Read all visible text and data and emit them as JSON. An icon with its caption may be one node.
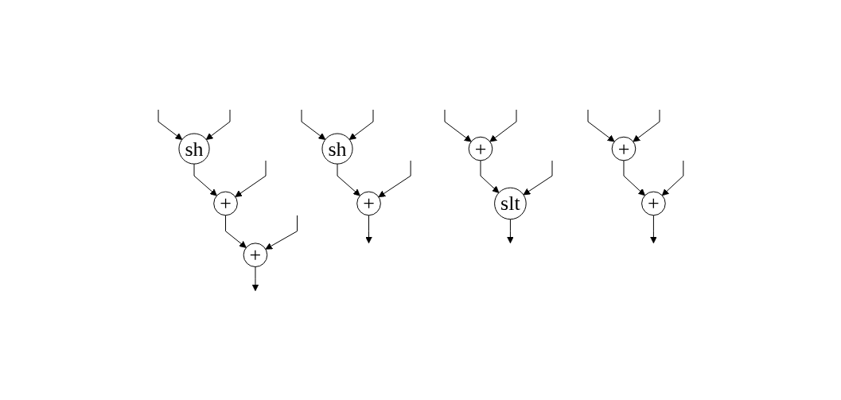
{
  "diagram": {
    "nodes": [
      {
        "text": [
          "sh"
        ]
      },
      {
        "text": [
          "+"
        ]
      },
      {
        "text": [
          "+"
        ]
      },
      {
        "text": [
          "sh"
        ]
      },
      {
        "text": [
          "+"
        ]
      },
      {
        "text": [
          "+"
        ]
      },
      {
        "text": [
          "slt"
        ]
      },
      {
        "text": [
          "+"
        ]
      },
      {
        "text": [
          "+"
        ]
      }
    ],
    "edges": [
      {
        "from": null,
        "to": 0,
        "arrow": "to"
      },
      {
        "from": null,
        "to": 0,
        "arrow": "to"
      },
      {
        "from": 0,
        "to": 1,
        "arrow": "to"
      },
      {
        "from": null,
        "to": 1,
        "arrow": "to"
      },
      {
        "from": 1,
        "to": 2,
        "arrow": "to"
      },
      {
        "from": null,
        "to": 2,
        "arrow": "to"
      },
      {
        "from": 2,
        "to": null,
        "arrow": "to"
      },
      {
        "from": null,
        "to": 3,
        "arrow": "to"
      },
      {
        "from": null,
        "to": 3,
        "arrow": "to"
      },
      {
        "from": 3,
        "to": 4,
        "arrow": "to"
      },
      {
        "from": null,
        "to": 4,
        "arrow": "to"
      },
      {
        "from": 4,
        "to": null,
        "arrow": "to"
      },
      {
        "from": null,
        "to": 5,
        "arrow": "to"
      },
      {
        "from": null,
        "to": 5,
        "arrow": "to"
      },
      {
        "from": 5,
        "to": 6,
        "arrow": "to"
      },
      {
        "from": null,
        "to": 6,
        "arrow": "to"
      },
      {
        "from": 6,
        "to": null,
        "arrow": "to"
      },
      {
        "from": null,
        "to": 7,
        "arrow": "to"
      },
      {
        "from": null,
        "to": 7,
        "arrow": "to"
      },
      {
        "from": 7,
        "to": 8,
        "arrow": "to"
      },
      {
        "from": null,
        "to": 8,
        "arrow": "to"
      },
      {
        "from": 8,
        "to": null,
        "arrow": "to"
      }
    ]
  }
}
